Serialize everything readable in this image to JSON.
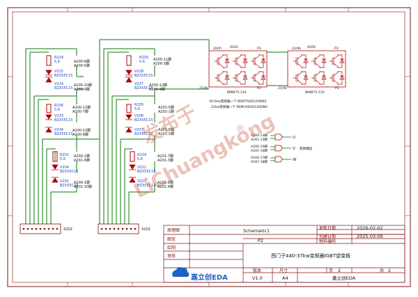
{
  "colors": {
    "frame": "#7a1010",
    "wire": "#0a7a0a",
    "part": "#b00000",
    "text": "#7a1010",
    "label": "#101010",
    "blue": "#1a3db8",
    "accent": "#1e63c6"
  },
  "left_column": {
    "r1": {
      "ref": "R214",
      "value": "5.6"
    },
    "z1": {
      "ref": "V215",
      "part": "BZX55C15"
    },
    "z2": {
      "ref": "V214",
      "part": "BZX55C15"
    },
    "n1": [
      "A200-6脚",
      "A200-5脚"
    ],
    "n2": [
      "A200-10脚",
      "A200-9脚"
    ],
    "r2": {
      "ref": "R236",
      "value": "5.6"
    },
    "z3": {
      "ref": "V233",
      "part": "BZX55C15"
    },
    "z4": {
      "ref": "V234",
      "part": "BZX55C15"
    },
    "n3": [
      "A200-11脚",
      "A200-7脚"
    ],
    "n4": [
      "A200-12脚",
      "A200-8脚"
    ],
    "r3": {
      "ref": "R201",
      "value": "5.6"
    },
    "z5": {
      "ref": "V204",
      "part": "BZX55C15"
    },
    "z6": {
      "ref": "V202",
      "part": "BZX55C15"
    },
    "n5": [
      "A200-1脚",
      "A201-6脚"
    ],
    "n6": [
      "A200-1脚",
      "A201-10脚"
    ],
    "connector": "X202"
  },
  "right_column": {
    "r1": {
      "ref": "R230",
      "value": "5.6"
    },
    "z1": {
      "ref": "V228",
      "part": "BZX55C15"
    },
    "z2": {
      "ref": "V227",
      "part": "BZX55C15"
    },
    "n1": [
      "A200-11脚",
      "A200-3脚"
    ],
    "n2": [
      "A200-12脚",
      "A200-4脚"
    ],
    "r2": {
      "ref": "R205",
      "value": "5.6"
    },
    "z3": {
      "ref": "V208",
      "part": "BZX55C15"
    },
    "z4": {
      "ref": "V207",
      "part": "BZX55C15"
    },
    "n3": [
      "A201-5脚",
      "A201-1脚"
    ],
    "n4": [
      "A201-6脚",
      "A201-2脚"
    ],
    "r3": {
      "ref": "R224",
      "value": "5.6"
    },
    "z5": {
      "ref": "V222",
      "part": "BZX55C15"
    },
    "z6": {
      "ref": "V221",
      "part": "BZX55C15"
    },
    "n5": [
      "A201-7脚",
      "A201-3脚"
    ],
    "n6": [
      "A201-8脚",
      "A201-4脚"
    ],
    "connector": "X201"
  },
  "igbt": {
    "left_module": {
      "ref": "A201",
      "model": "BM8I75-120"
    },
    "right_module": {
      "ref": "A200",
      "model": "BM8I75-120"
    },
    "pins": {
      "p20": "20(P)",
      "p22": "22(N)",
      "p21": "21(N)",
      "p3": "P3",
      "p2": "P2"
    },
    "note1": "18.5kw变频器一个 BSM75GD120DN2",
    "note2": "22kw变频器一个 BSM100GD120DN2"
  },
  "outputs": {
    "u": {
      "lines": [
        "A200-13脚",
        "A201-13脚"
      ],
      "label": "U"
    },
    "v": {
      "lines": [
        "A200-15脚",
        "A201-16脚"
      ],
      "label": "V",
      "name": "变频输出"
    },
    "w": {
      "lines": [
        "A200-17脚",
        "A201-18脚"
      ],
      "label": "W"
    }
  },
  "watermark": {
    "line1": "发布于",
    "line2": "LiChuangkong",
    "reg": "®"
  },
  "title_block": {
    "rows_left": [
      "原理图",
      "图页",
      "绘制",
      "审核"
    ],
    "schematic": "Schematic1",
    "page": "P2",
    "update_label": "更新日期",
    "update_date": "2026-02-02",
    "create_label": "创建日期",
    "create_date": "2025-03-09",
    "material_label": "物料编码",
    "title": "西门子440-37kw变频器IGBT逆变板",
    "version_label": "版本",
    "version": "V1.0",
    "size_label": "尺寸",
    "size": "A4",
    "page_label": "页",
    "page_num": "2",
    "total_label": "共",
    "total": "2",
    "company": "嘉立创EDA",
    "logo_text": "嘉立创EDA"
  }
}
